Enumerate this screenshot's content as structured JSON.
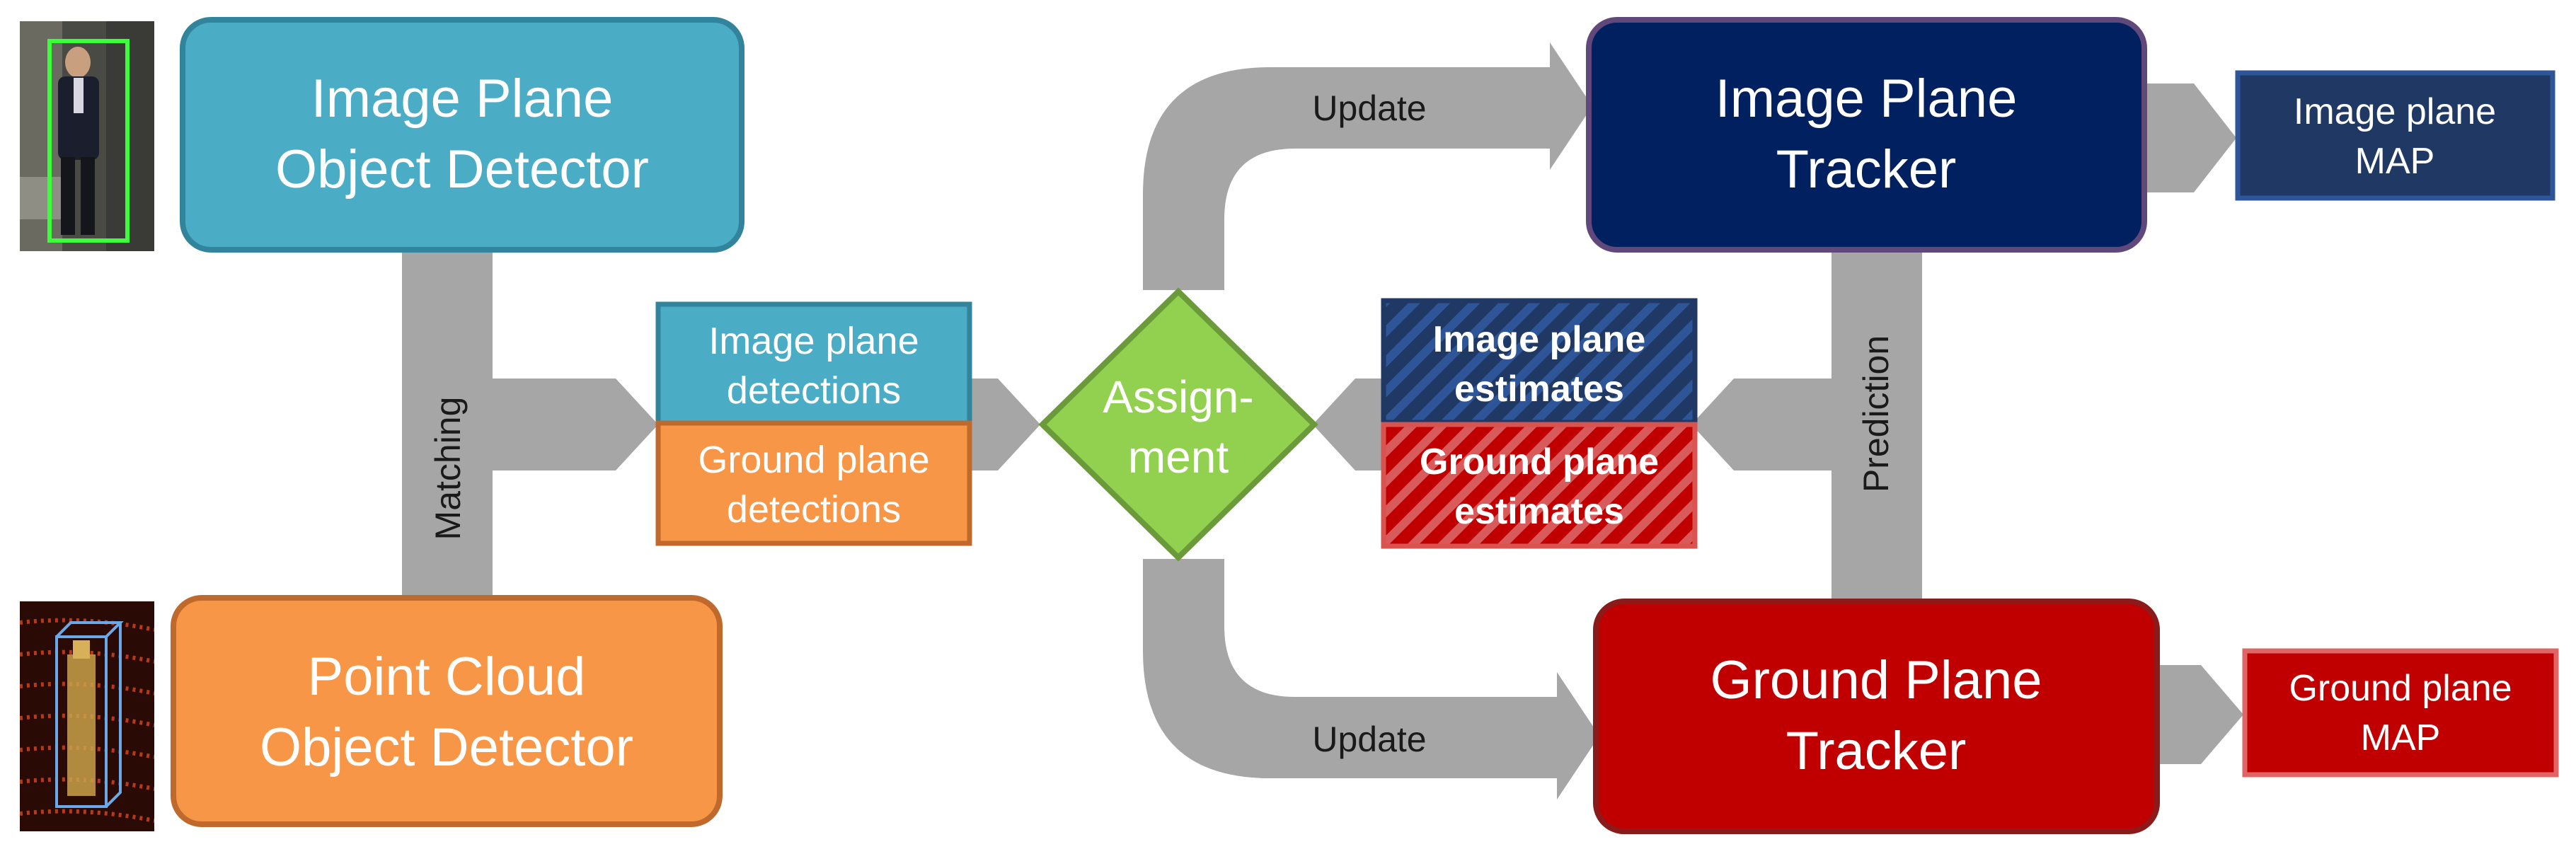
{
  "nodes": {
    "image_plane_detector": {
      "line1": "Image Plane",
      "line2": "Object Detector",
      "color": "#4BACC6"
    },
    "point_cloud_detector": {
      "line1": "Point Cloud",
      "line2": "Object Detector",
      "color": "#F79646"
    },
    "image_plane_detections": {
      "line1": "Image plane",
      "line2": "detections",
      "color": "#4BACC6"
    },
    "ground_plane_detections": {
      "line1": "Ground plane",
      "line2": "detections",
      "color": "#F79646"
    },
    "assignment": {
      "line1": "Assign-",
      "line2": "ment",
      "color": "#92D050"
    },
    "image_plane_estimates": {
      "line1": "Image plane",
      "line2": "estimates",
      "color": "#1F3864"
    },
    "ground_plane_estimates": {
      "line1": "Ground plane",
      "line2": "estimates",
      "color": "#C00000"
    },
    "image_plane_tracker": {
      "line1": "Image Plane",
      "line2": "Tracker",
      "color": "#002060"
    },
    "ground_plane_tracker": {
      "line1": "Ground Plane",
      "line2": "Tracker",
      "color": "#C00000"
    },
    "image_plane_map": {
      "line1": "Image plane",
      "line2": "MAP",
      "color": "#1F3864"
    },
    "ground_plane_map": {
      "line1": "Ground plane",
      "line2": "MAP",
      "color": "#C00000"
    }
  },
  "edges": {
    "matching": "Matching",
    "update_top": "Update",
    "update_bottom": "Update",
    "prediction": "Prediction"
  },
  "thumbnails": {
    "top": "person-with-bounding-box-photo",
    "bottom": "point-cloud-with-3d-box-image"
  },
  "colors": {
    "arrow": "#A6A6A6",
    "text_dark": "#1a1a1a"
  }
}
